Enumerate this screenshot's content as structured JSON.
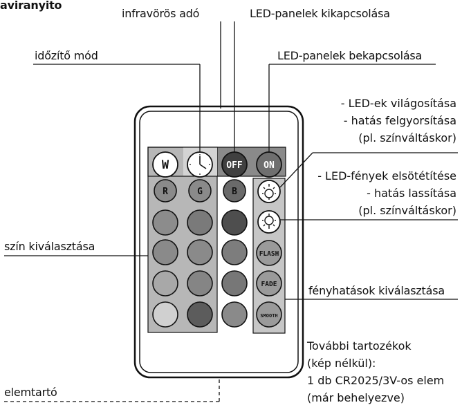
{
  "heading": "aviranyito",
  "callouts": {
    "infrared": "infravörös adó",
    "off": "LED-panelek kikapcsolása",
    "timer": "időzítő mód",
    "on": "LED-panelek bekapcsolása",
    "brighten": [
      "- LED-ek világosítása",
      "- hatás felgyorsítása",
      "(pl. színváltáskor)"
    ],
    "dim": [
      "- LED-fények elsötétítése",
      "- hatás lassítása",
      "(pl. színváltáskor)"
    ],
    "color": "szín kiválasztása",
    "effects": "fényhatások kiválasztása",
    "battery": "elemtartó"
  },
  "accessories": {
    "title": "További tartozékok",
    "subtitle": "(kép nélkül):",
    "item": "1 db CR2025/3V-os elem",
    "note": "(már behelyezve)"
  },
  "buttons": {
    "white": "W",
    "off": "OFF",
    "on": "ON",
    "red": "R",
    "green": "G",
    "blue": "B",
    "flash": "FLASH",
    "fade": "FADE",
    "smooth": "SMOOTH"
  },
  "colors": {
    "line": "#111111",
    "panel": "#b3b3b3",
    "dark_button": "#404040",
    "on_button": "#6f6f6f"
  },
  "icons": [
    "clock-icon",
    "brightness-up-icon",
    "brightness-down-icon"
  ]
}
